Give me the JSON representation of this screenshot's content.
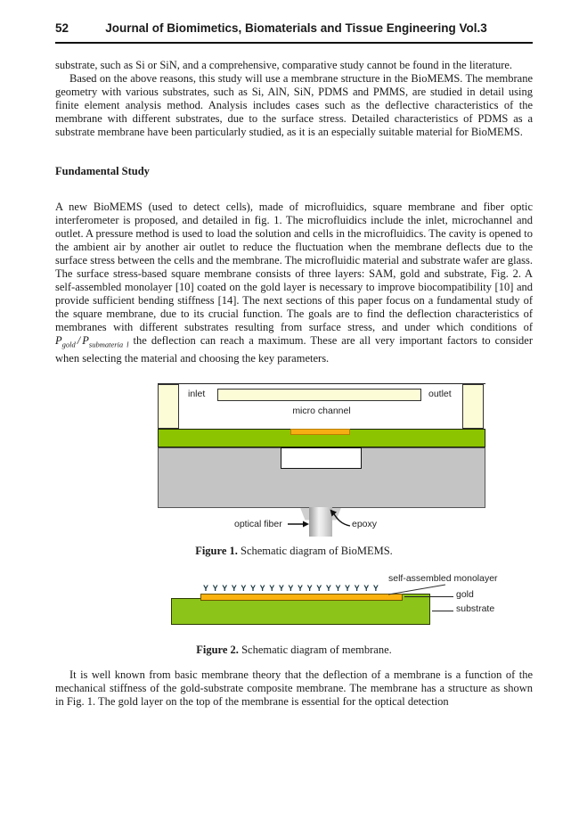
{
  "header": {
    "page_number": "52",
    "journal_title": "Journal of Biomimetics, Biomaterials and Tissue Engineering Vol.3"
  },
  "body": {
    "p1": "substrate, such as Si or SiN, and a comprehensive, comparative study cannot be found in the literature.",
    "p2": "Based on the above reasons, this study will use a membrane structure in the BioMEMS. The membrane geometry with various substrates, such as Si, AlN, SiN, PDMS and PMMS, are studied in detail using finite element analysis method. Analysis includes cases such as the deflective characteristics of the membrane with different substrates, due to the surface stress. Detailed characteristics of PDMS as a substrate membrane have been particularly studied, as it is an especially suitable material for BioMEMS.",
    "section_heading": "Fundamental Study",
    "p3_before": "A new BioMEMS (used to detect cells), made of microfluidics, square membrane and fiber optic interferometer is proposed, and detailed in fig. 1. The microfluidics include the inlet, microchannel and outlet. A pressure method is used to load the solution and cells in the microfluidics. The cavity is opened to the ambient air by another air outlet to reduce the fluctuation when the membrane deflects due to the surface stress between the cells and the membrane. The microfluidic material and substrate wafer are glass. The surface stress-based square membrane consists of three layers: SAM, gold and substrate, Fig. 2. A self-assembled monolayer [10] coated on the gold layer is necessary to improve biocompatibility [10] and provide sufficient bending stiffness [14]. The next sections of this paper focus on a fundamental study of the square membrane, due to its crucial function. The goals are to find the deflection characteristics of membranes with different substrates resulting from surface stress, and under which conditions of",
    "math": {
      "p1_sym": "P",
      "p1_sub": "gold",
      "slash": "/",
      "p2_sym": "P",
      "p2_sub": "submateria l"
    },
    "p3_after": "the deflection can reach a maximum. These are all very important factors to consider when selecting the material and choosing the key parameters.",
    "p4": "It is well known from basic membrane theory that the deflection of a membrane is a function of the mechanical stiffness of the gold-substrate composite membrane. The membrane has a structure as shown in Fig. 1. The gold layer on the top of the membrane is essential for the optical detection"
  },
  "figure1": {
    "labels": {
      "inlet": "inlet",
      "outlet": "outlet",
      "micro_channel": "micro channel",
      "optical_fiber": "optical fiber",
      "epoxy": "epoxy"
    },
    "caption_bold": "Figure 1.",
    "caption_rest": " Schematic diagram of BioMEMS."
  },
  "figure2": {
    "labels": {
      "sam": "self-assembled monolayer",
      "gold": "gold",
      "substrate": "substrate"
    },
    "sam_row": "YYYYYYYYYYYYYYYYYYY",
    "caption_bold": "Figure 2.",
    "caption_rest": " Schematic diagram of membrane."
  },
  "colors": {
    "membrane_green": "#8cc400",
    "gold_orange": "#f7ae12",
    "channel_cream": "#fcfcd6",
    "wafer_gray": "#c4c4c4"
  }
}
